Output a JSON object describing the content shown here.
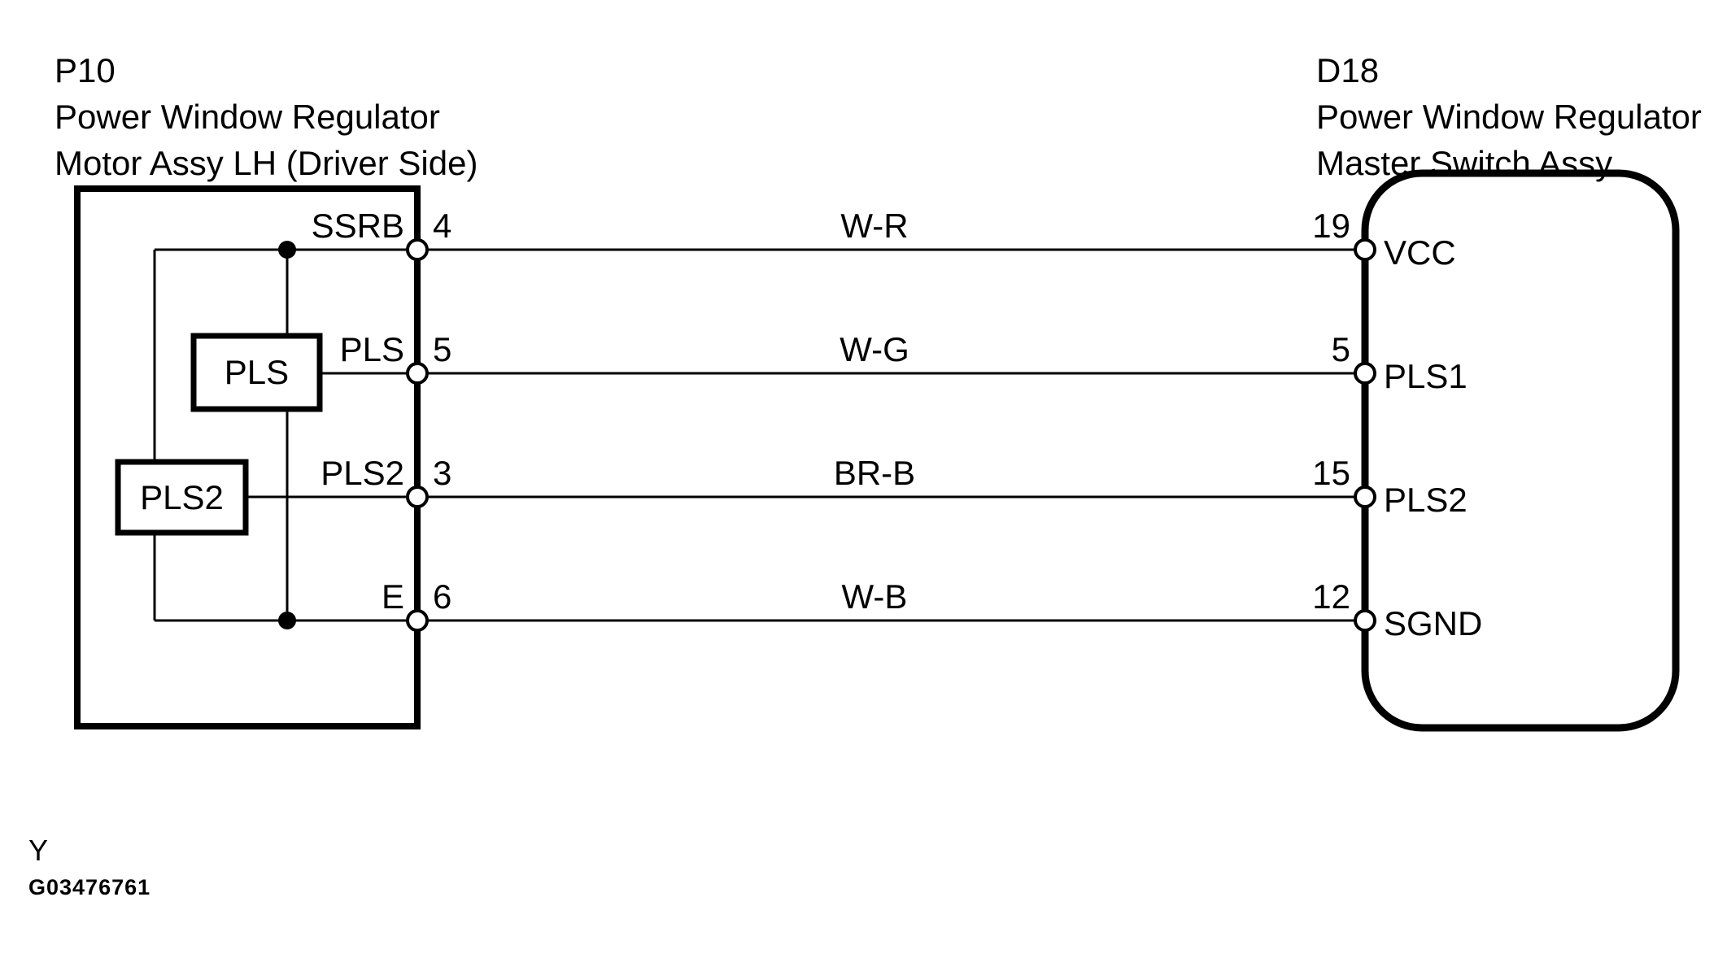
{
  "left_component": {
    "id": "P10",
    "name_line1": "Power Window Regulator",
    "name_line2": "Motor Assy LH (Driver Side)",
    "inner_boxes": [
      {
        "label": "PLS"
      },
      {
        "label": "PLS2"
      }
    ]
  },
  "right_component": {
    "id": "D18",
    "name_line1": "Power Window Regulator",
    "name_line2": "Master Switch Assy"
  },
  "wires": [
    {
      "from_terminal": "SSRB",
      "from_pin": "4",
      "color": "W-R",
      "to_pin": "19",
      "to_terminal": "VCC"
    },
    {
      "from_terminal": "PLS",
      "from_pin": "5",
      "color": "W-G",
      "to_pin": "5",
      "to_terminal": "PLS1"
    },
    {
      "from_terminal": "PLS2",
      "from_pin": "3",
      "color": "BR-B",
      "to_pin": "15",
      "to_terminal": "PLS2"
    },
    {
      "from_terminal": "E",
      "from_pin": "6",
      "color": "W-B",
      "to_pin": "12",
      "to_terminal": "SGND"
    }
  ],
  "footer": {
    "revision": "Y",
    "figure_id": "G03476761"
  },
  "colors": {
    "line": "#000000",
    "background": "#ffffff"
  }
}
